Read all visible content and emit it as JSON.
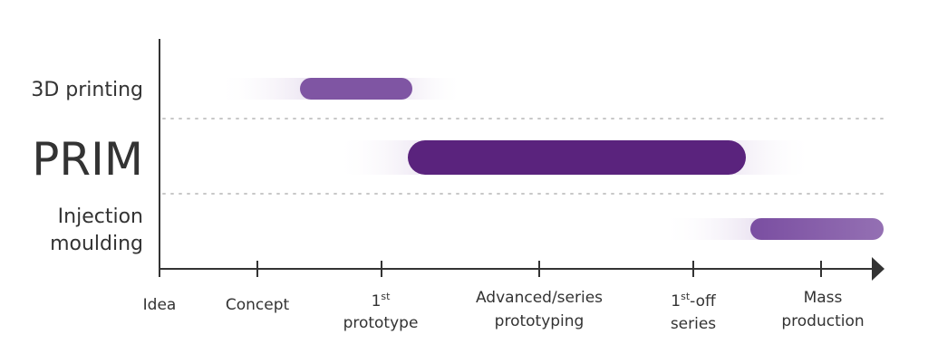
{
  "rows": [
    {
      "label_lines": [
        "3D printing"
      ],
      "accent": "#7f55a3"
    },
    {
      "label_lines": [
        "PRIM"
      ],
      "accent": "#5a237d"
    },
    {
      "label_lines": [
        "Injection",
        "moulding"
      ],
      "accent": "#7f55a3"
    }
  ],
  "stages": [
    {
      "lines": [
        "Idea"
      ]
    },
    {
      "lines": [
        "Concept"
      ]
    },
    {
      "lines": [
        "1",
        "prototype"
      ],
      "superscript": "st"
    },
    {
      "lines": [
        "Advanced/series",
        "prototyping"
      ]
    },
    {
      "lines": [
        "1",
        "series"
      ],
      "superscript": "st",
      "suffix": "-off"
    },
    {
      "lines": [
        "Mass",
        "production"
      ]
    }
  ],
  "colors": {
    "axis": "#333333",
    "divider": "#c8c8c8",
    "fade": "#ede6f2"
  }
}
